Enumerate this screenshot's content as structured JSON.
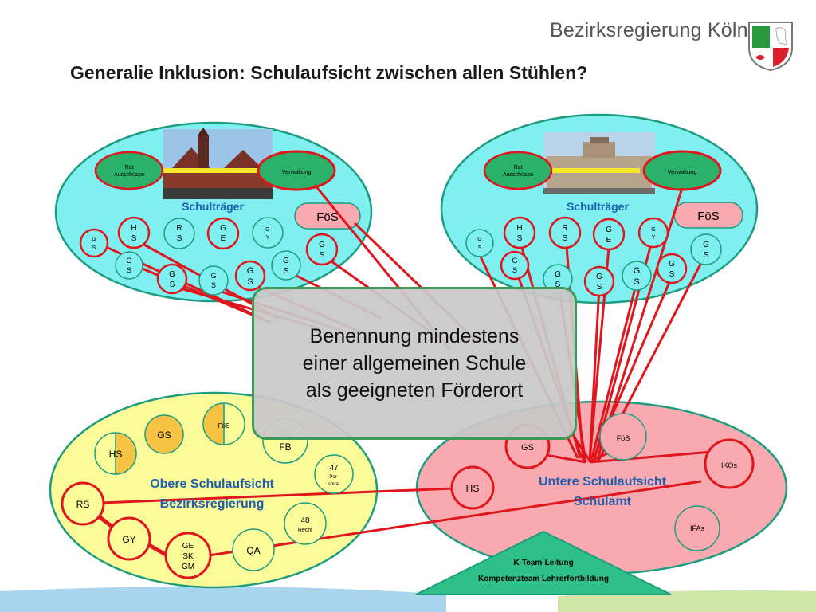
{
  "brand": "Bezirksregierung Köln",
  "title": "Generalie Inklusion: Schulaufsicht zwischen allen Stühlen?",
  "left_top": {
    "label": "Schulträger",
    "rat_line1": "Rat",
    "rat_line2": "Ausschüsse",
    "verwaltung": "Verwaltung",
    "foes": "FöS"
  },
  "right_top": {
    "label": "Schulträger",
    "rat_line1": "Rat",
    "rat_line2": "Ausschüsse",
    "verwaltung": "Verwaltung",
    "foes": "FöS"
  },
  "school_letters": {
    "G": "G",
    "S": "S",
    "H": "H",
    "R": "R",
    "E": "E",
    "Y": "Y"
  },
  "overlay": {
    "line1": "Benennung mindestens",
    "line2": "einer allgemeinen Schule",
    "line3": "als geeigneten Förderort"
  },
  "bottom_left": {
    "title1": "Obere Schulaufsicht",
    "title2": "Bezirksregierung",
    "gs": "GS",
    "foes": "FöS",
    "hs": "HS",
    "fb_num": "46",
    "fb": "FB",
    "n47": "47",
    "n47a": "Per-",
    "n47b": "sonal",
    "n48": "48",
    "n48a": "Recht",
    "rs": "RS",
    "gy": "GY",
    "ge": "GE",
    "sk": "SK",
    "gm": "GM",
    "qa": "QA"
  },
  "bottom_right": {
    "title1": "Untere Schulaufsicht",
    "title2": "Schulamt",
    "gs": "GS",
    "foes": "FöS",
    "hs": "HS",
    "ikos": "IKOs",
    "ifas": "IFAs"
  },
  "triangle": {
    "line1": "K-Team-Leitung",
    "line2": "Kompetenzteam Lehrerfortbildung"
  },
  "colors": {
    "cyan": "#7fefef",
    "yellow": "#fbfb9a",
    "pink": "#f8aab0",
    "red": "#e0161d",
    "orange": "#f6c343",
    "teal": "#1d9d80",
    "green_bar": "#2ab26a"
  }
}
